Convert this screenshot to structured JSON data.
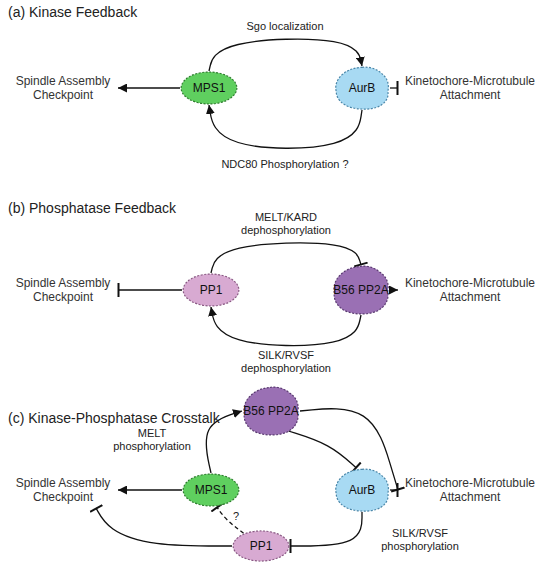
{
  "diagram": {
    "nodes": [
      {
        "text": [
          "Spindle Assembly Checkpoint"
        ]
      },
      {
        "text": [
          "MPS1"
        ]
      },
      {
        "text": [
          "AurB"
        ]
      },
      {
        "text": [
          "Kinetochore-Microtubule Attachment"
        ]
      },
      {
        "text": [
          "Spindle Assembly Checkpoint"
        ]
      },
      {
        "text": [
          "PP1"
        ]
      },
      {
        "text": [
          "B56 PP2A"
        ]
      },
      {
        "text": [
          "Kinetochore-Microtubule Attachment"
        ]
      },
      {
        "text": [
          "B56 PP2A"
        ]
      },
      {
        "text": [
          "Spindle Assembly Checkpoint"
        ]
      },
      {
        "text": [
          "MPS1"
        ]
      },
      {
        "text": [
          "AurB"
        ]
      },
      {
        "text": [
          "Kinetochore-Microtubule Attachment"
        ]
      },
      {
        "text": [
          "PP1"
        ]
      }
    ],
    "edges": [
      {
        "from": 1,
        "to": 0,
        "arrow": "to"
      },
      {
        "from": 1,
        "to": 2,
        "label": "Sgo localization",
        "arrow": "to"
      },
      {
        "from": 2,
        "to": 1,
        "label": "NDC80 Phosphorylation ?",
        "arrow": "to"
      },
      {
        "from": 2,
        "to": 3,
        "arrow": "to"
      },
      {
        "from": 5,
        "to": 4,
        "arrow": "to"
      },
      {
        "from": 5,
        "to": 6,
        "label": "MELT/KARD dephosphorylation",
        "arrow": "to"
      },
      {
        "from": 6,
        "to": 5,
        "label": "SILK/RVSF dephosphorylation",
        "arrow": "to"
      },
      {
        "from": 6,
        "to": 7,
        "arrow": "to"
      },
      {
        "from": 10,
        "to": 9,
        "arrow": "to"
      },
      {
        "from": 10,
        "to": 8,
        "label": "MELT phosphorylation",
        "arrow": "to"
      },
      {
        "from": 8,
        "to": 11,
        "arrow": "to"
      },
      {
        "from": 8,
        "to": 12,
        "arrow": "to"
      },
      {
        "from": 11,
        "to": 12,
        "arrow": "to"
      },
      {
        "from": 11,
        "to": 13,
        "label": "SILK/RVSF phosphorylation",
        "arrow": "to"
      },
      {
        "from": 13,
        "to": 9,
        "arrow": "to"
      },
      {
        "from": 13,
        "to": 10,
        "label": "?",
        "arrow": "to"
      }
    ],
    "labels": [
      "(a) Kinase Feedback",
      "(b) Phosphatase Feedback",
      "(c) Kinase-Phosphatase Crosstalk"
    ]
  }
}
